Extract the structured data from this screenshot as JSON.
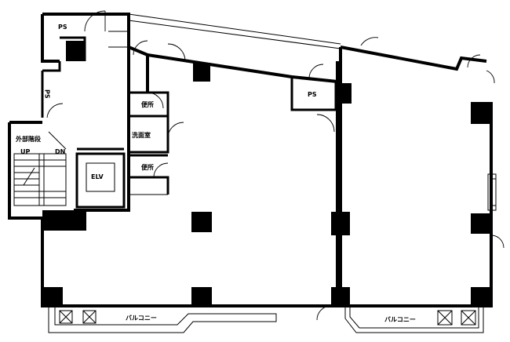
{
  "plan": {
    "rooms": {
      "ps_top": "PS",
      "ps_left": "PS",
      "ps_mid": "PS",
      "toilet_1": "便所",
      "washroom": "洗面室",
      "toilet_2": "便所",
      "stair_title": "外部階段",
      "stair_up": "UP",
      "stair_dn": "DN",
      "elevator": "ELV",
      "balcony_left": "バルコニー",
      "balcony_right": "バルコニー"
    }
  }
}
